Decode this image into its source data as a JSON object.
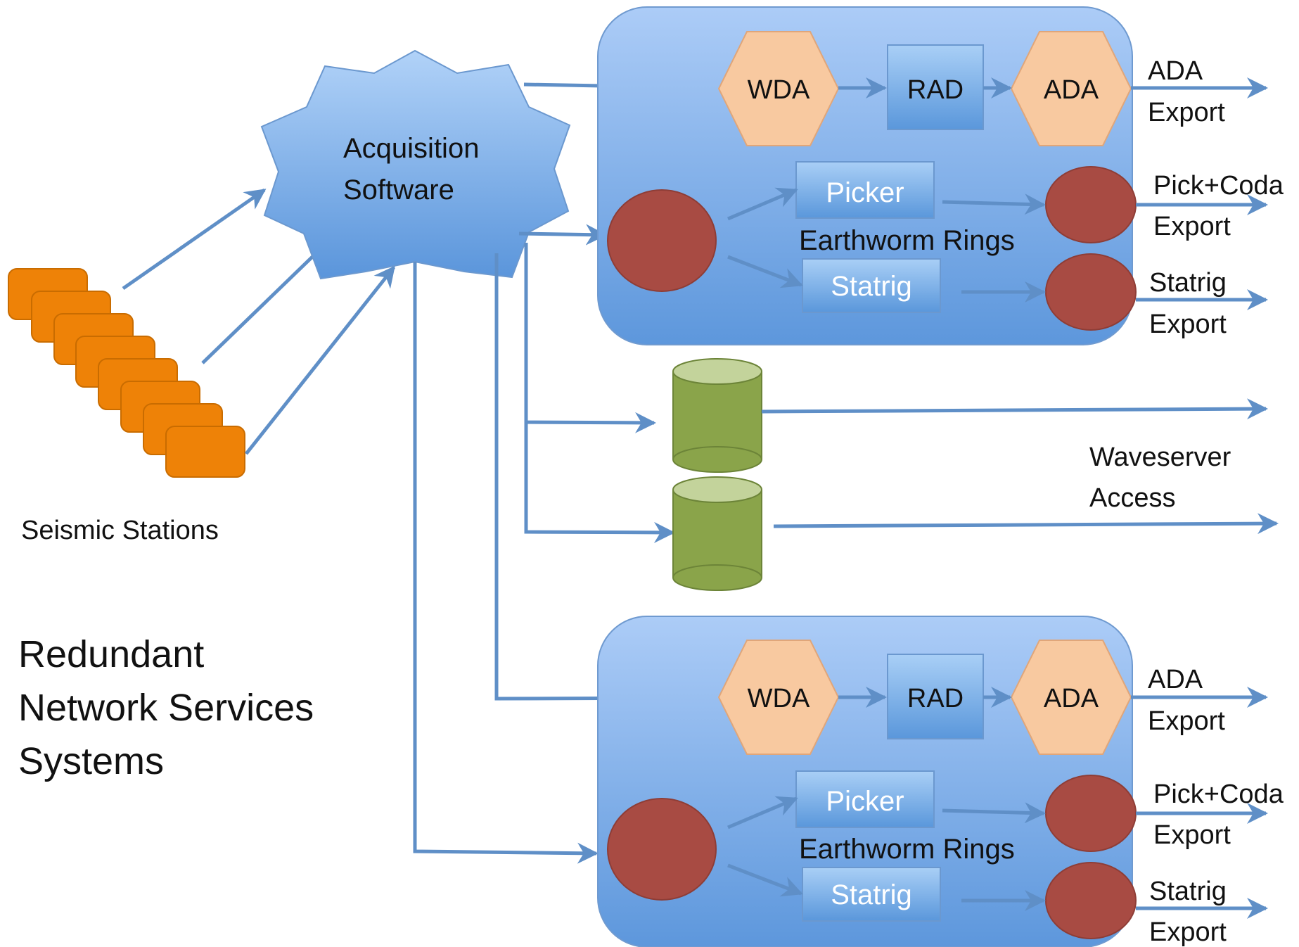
{
  "stations": {
    "label": "Seismic Stations",
    "count": 8
  },
  "title": {
    "line1": "Redundant",
    "line2": "Network Services",
    "line3": "Systems"
  },
  "acquisition": {
    "line1": "Acquisition",
    "line2": "Software"
  },
  "system_top": {
    "wda": "WDA",
    "rad": "RAD",
    "ada": "ADA",
    "picker": "Picker",
    "statrig": "Statrig",
    "rings": "Earthworm Rings",
    "export_ada_1": "ADA",
    "export_ada_2": "Export",
    "export_pick_1": "Pick+Coda",
    "export_pick_2": "Export",
    "export_statrig_1": "Statrig",
    "export_statrig_2": "Export"
  },
  "system_bottom": {
    "wda": "WDA",
    "rad": "RAD",
    "ada": "ADA",
    "picker": "Picker",
    "statrig": "Statrig",
    "rings": "Earthworm Rings",
    "export_ada_1": "ADA",
    "export_ada_2": "Export",
    "export_pick_1": "Pick+Coda",
    "export_pick_2": "Export",
    "export_statrig_1": "Statrig",
    "export_statrig_2": "Export"
  },
  "waveserver": {
    "line1": "Waveserver",
    "line2": "Access"
  },
  "colors": {
    "box_fill_top": "#a9cbf5",
    "box_fill_bottom": "#5c97de",
    "box_stroke": "#6f9ad0",
    "hexagon": "#f8c9a0",
    "rect_top": "#a8cdf5",
    "rect_bottom": "#5b98dd",
    "ring": "#a84b43",
    "db_body": "#8aa44a",
    "db_top": "#c3d39b",
    "station": "#ee8207",
    "arrow": "#5f8fc7"
  }
}
